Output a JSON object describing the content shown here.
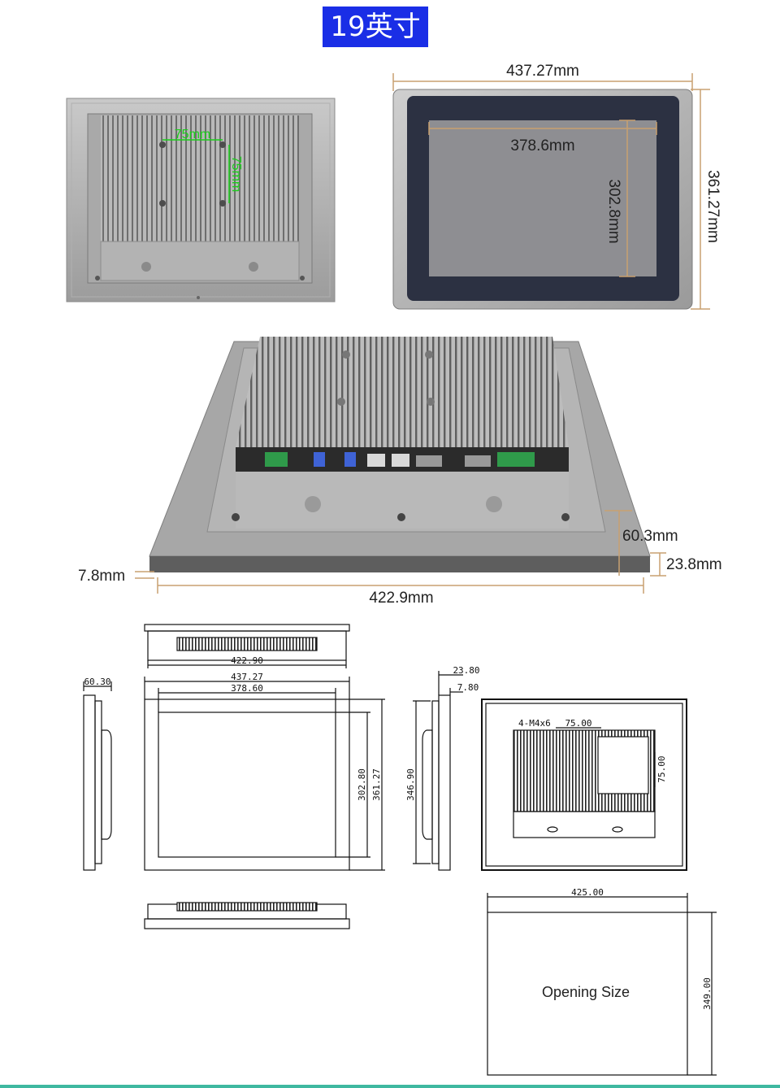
{
  "title": "19英寸",
  "photos": {
    "back_vesa_h": "75mm",
    "back_vesa_v": "75mm",
    "front_width": "437.27mm",
    "front_height": "361.27mm",
    "screen_width": "378.6mm",
    "screen_height": "302.8mm",
    "depth_total": "60.3mm",
    "depth_chassis": "23.8mm",
    "bezel": "7.8mm",
    "chassis_width": "422.9mm"
  },
  "drawings": {
    "top_width": "422.90",
    "side_depth": "60.30",
    "front_width": "437.27",
    "screen_width": "378.60",
    "screen_height": "302.80",
    "front_height": "361.27",
    "side_chassis": "23.80",
    "side_bezel": "7.80",
    "side_height": "346.90",
    "back_screws": "4-M4x6",
    "back_vesa_h": "75.00",
    "back_vesa_v": "75.00",
    "opening_width": "425.00",
    "opening_height": "349.00",
    "opening_label": "Opening Size"
  },
  "colors": {
    "badge": "#1a2ee6",
    "dimension": "#c8a070",
    "vesa": "#19d119",
    "accent_line": "#3fb8a0"
  }
}
